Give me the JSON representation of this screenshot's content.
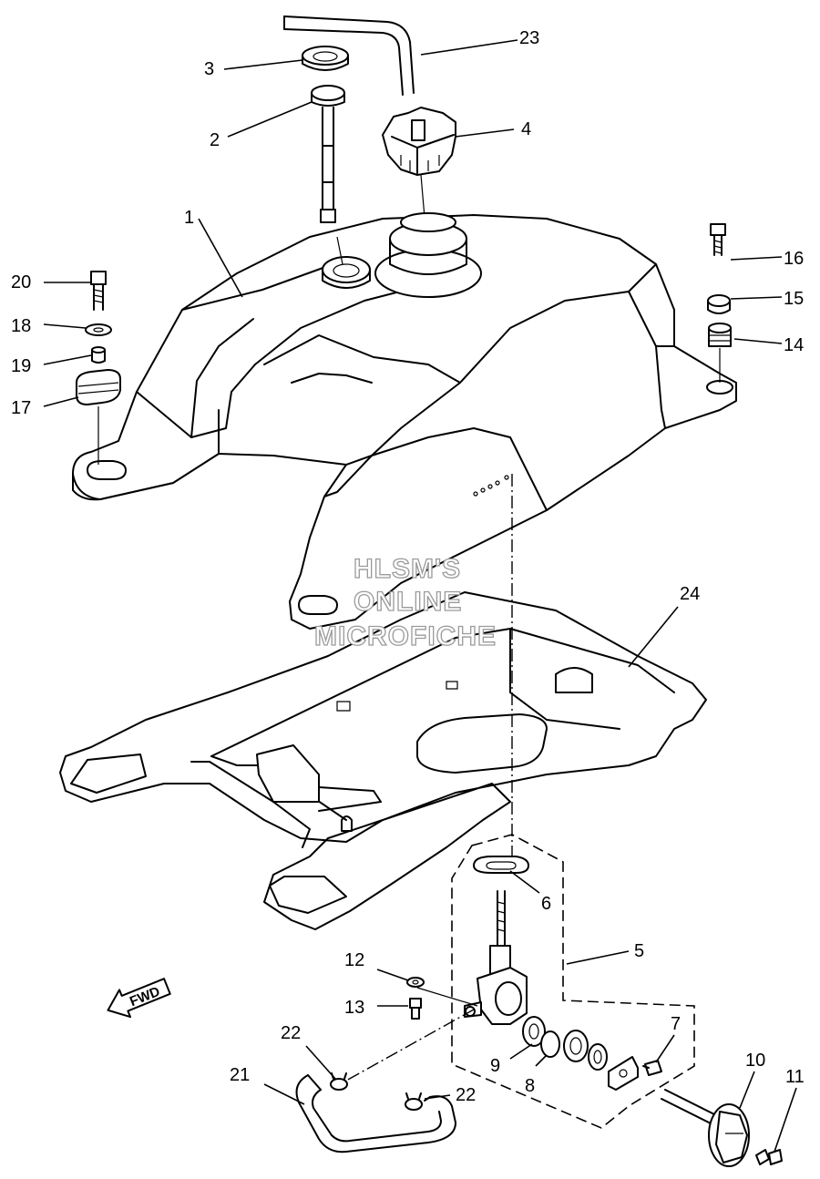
{
  "diagram": {
    "type": "exploded parts diagram",
    "callouts": {
      "c1": "1",
      "c2": "2",
      "c3": "3",
      "c4": "4",
      "c5": "5",
      "c6": "6",
      "c7": "7",
      "c8": "8",
      "c9": "9",
      "c10": "10",
      "c11": "11",
      "c12": "12",
      "c13": "13",
      "c14": "14",
      "c15": "15",
      "c16": "16",
      "c17": "17",
      "c18": "18",
      "c19": "19",
      "c20": "20",
      "c21": "21",
      "c22a": "22",
      "c22b": "22",
      "c23": "23",
      "c24": "24"
    },
    "fwd_label": "FWD",
    "watermark": {
      "line1": "HLSM'S",
      "line2": "ONLINE",
      "line3": "MICROFICHE"
    }
  }
}
